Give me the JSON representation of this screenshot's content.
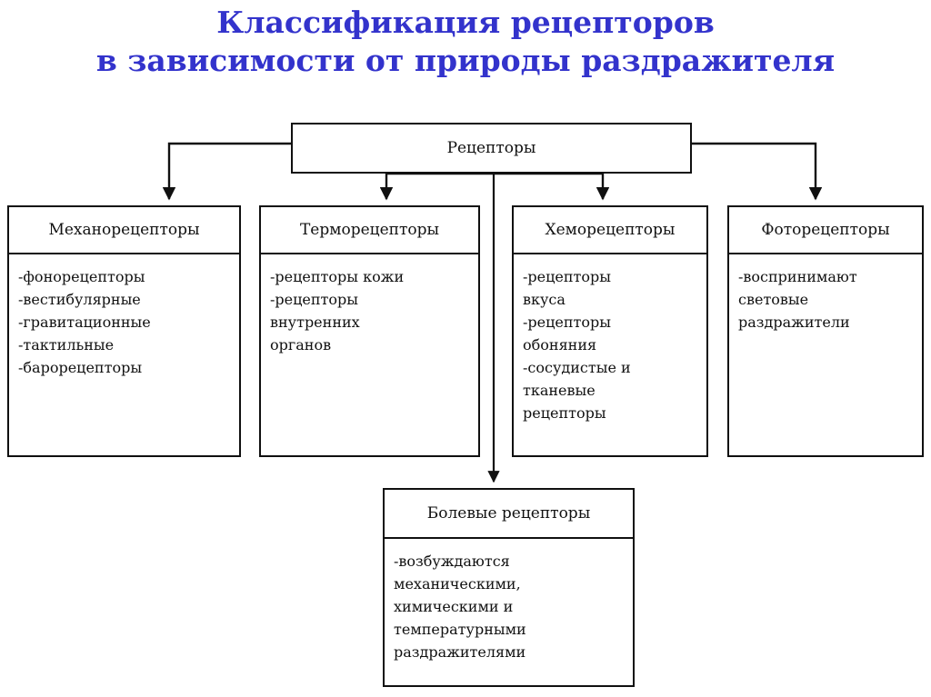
{
  "title": {
    "line1": "Классификация рецепторов",
    "line2": "в зависимости от природы раздражителя",
    "color": "#3333cc"
  },
  "diagram": {
    "type": "tree",
    "root": {
      "label": "Рецепторы"
    },
    "branches": [
      {
        "id": "mechanoreceptors",
        "header": "Механорецепторы",
        "items": [
          "-фонорецепторы",
          "-вестибулярные",
          "-гравитационные",
          "-тактильные",
          "-барорецепторы"
        ]
      },
      {
        "id": "thermoreceptors",
        "header": "Терморецепторы",
        "items": [
          "-рецепторы кожи",
          "-рецепторы\nвнутренних\nорганов"
        ]
      },
      {
        "id": "chemoreceptors",
        "header": "Хеморецепторы",
        "items": [
          "-рецепторы\nвкуса",
          "-рецепторы\nобоняния",
          "-сосудистые и\nтканевые\nрецепторы"
        ]
      },
      {
        "id": "photoreceptors",
        "header": "Фоторецепторы",
        "items": [
          "-воспринимают\nсветовые\nраздражители"
        ]
      }
    ],
    "extra": {
      "id": "pain-receptors",
      "header": "Болевые рецепторы",
      "items": [
        "-возбуждаются\nмеханическими,\nхимическими и\nтемпературными\nраздражителями"
      ]
    },
    "line_color": "#101010"
  }
}
